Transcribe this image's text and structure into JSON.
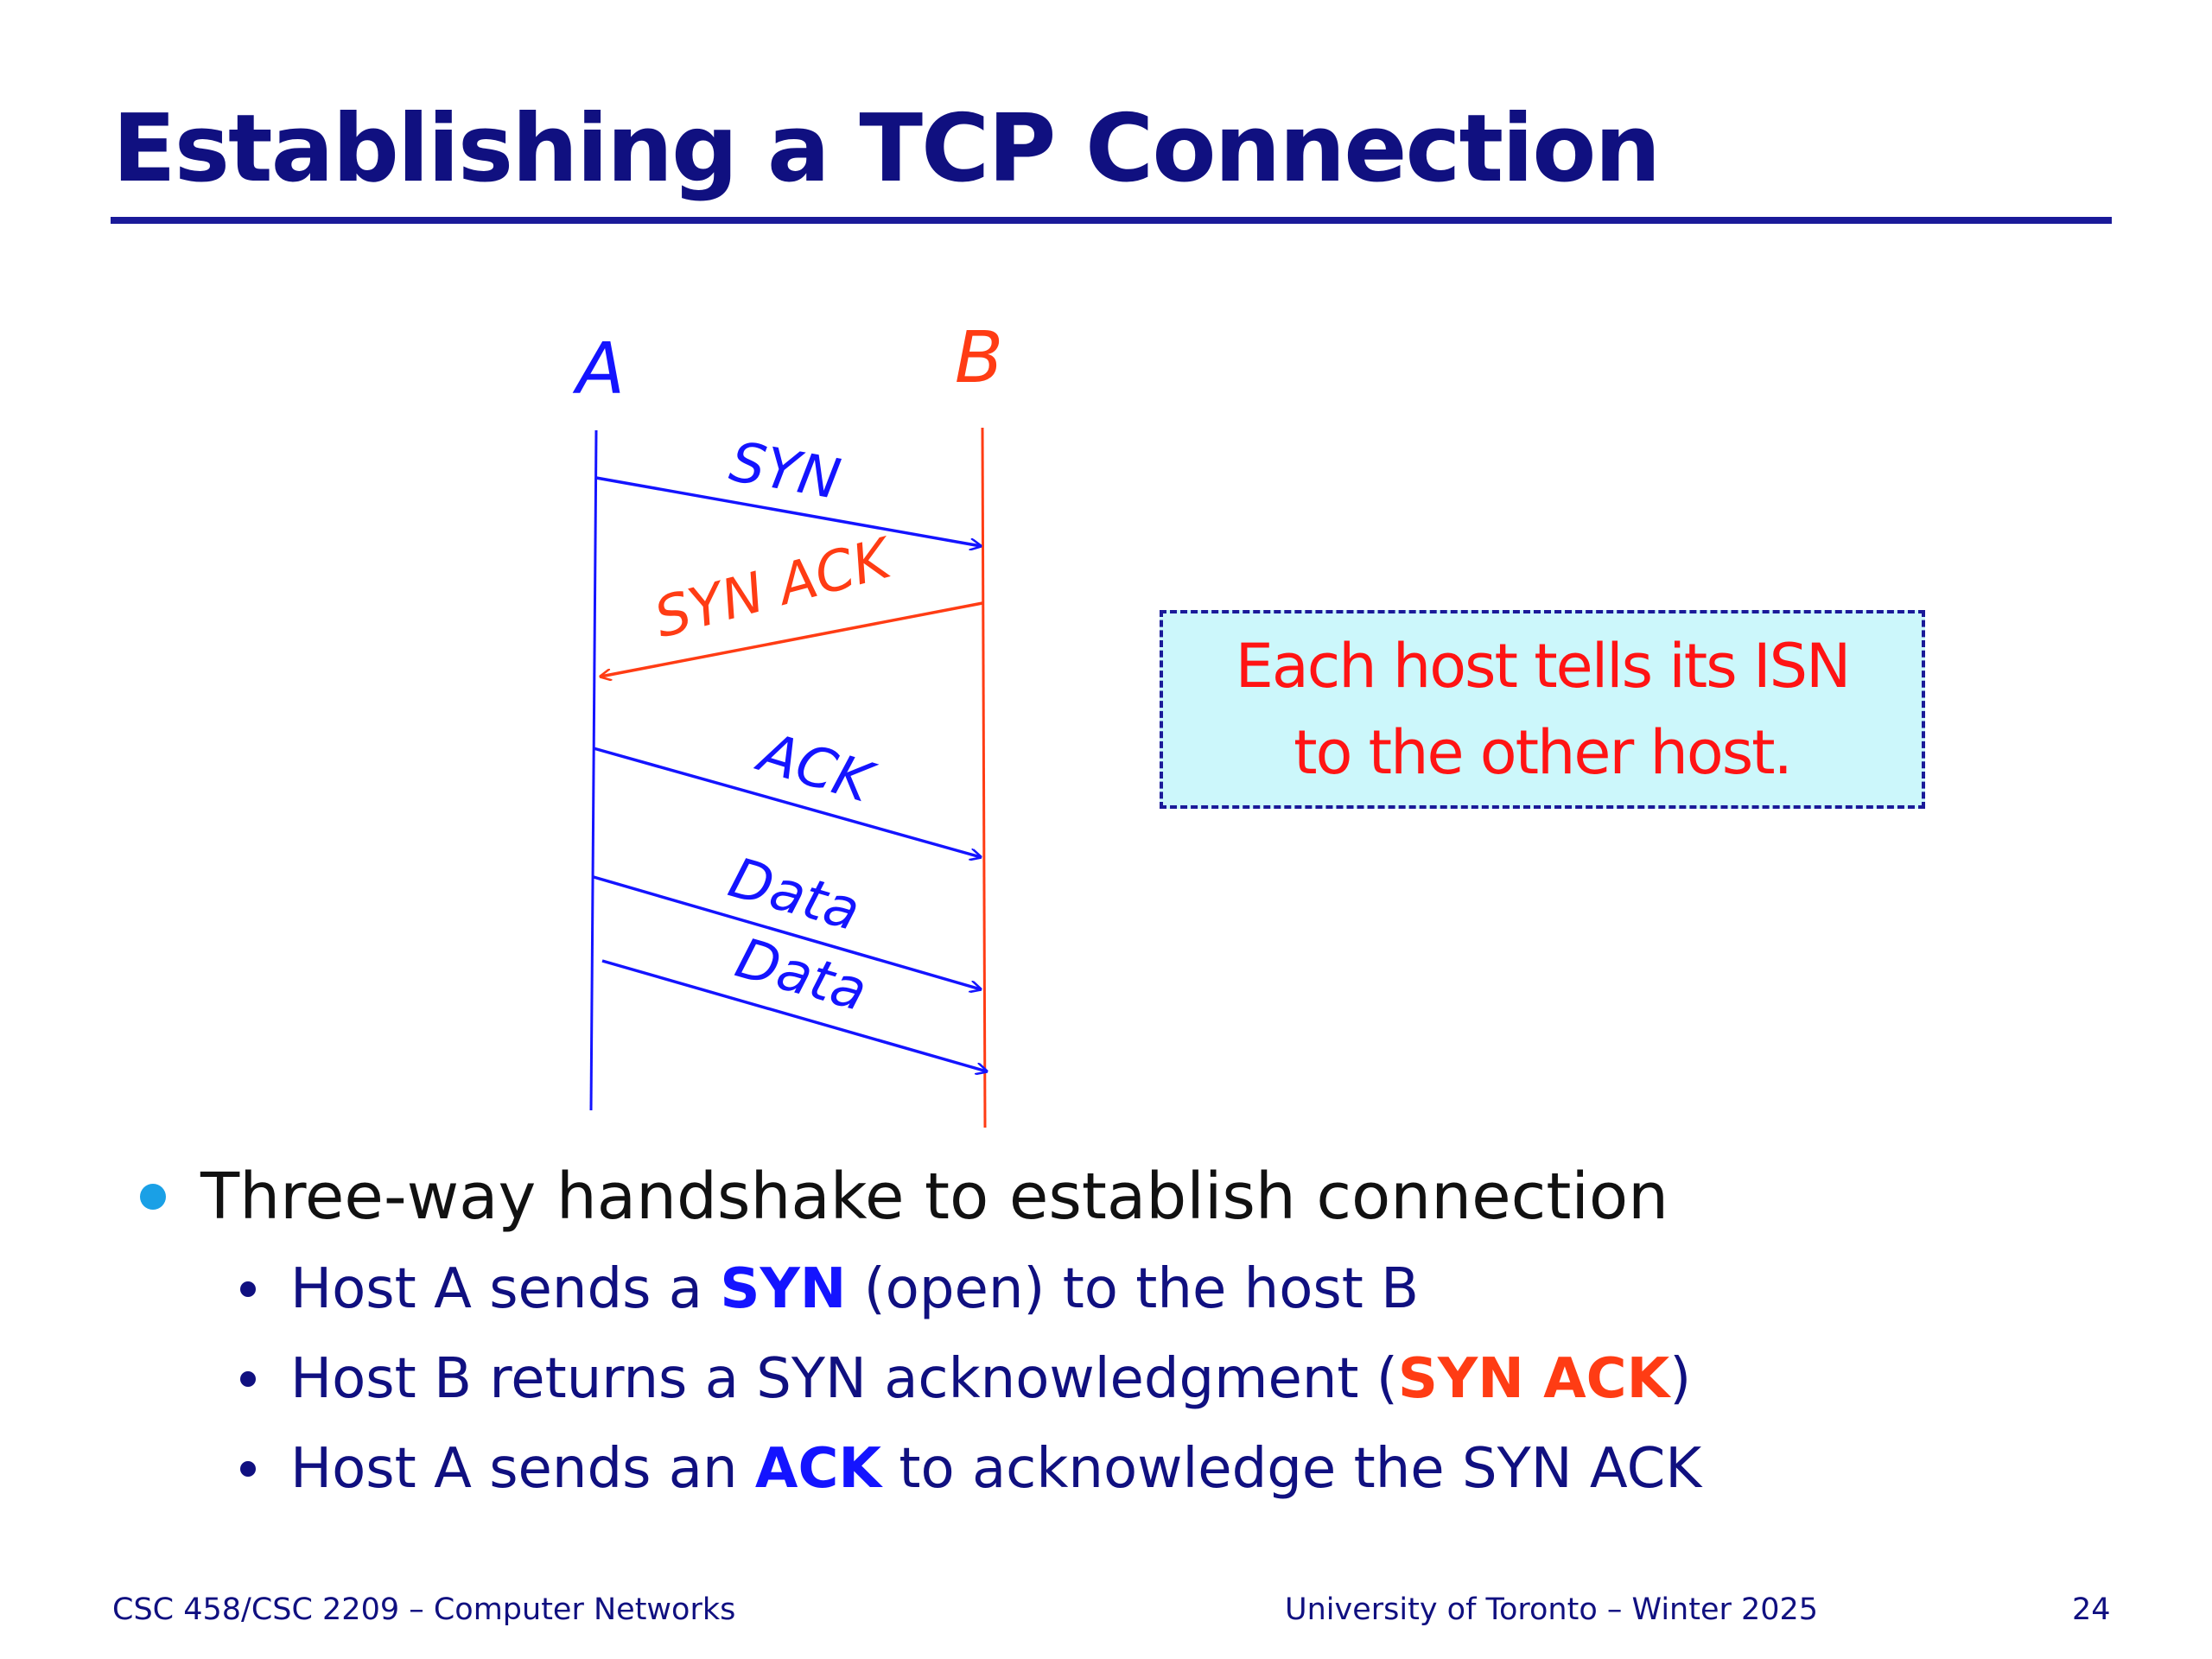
{
  "title": "Establishing a TCP Connection",
  "colors": {
    "title": "#101080",
    "host_a": "#1414ff",
    "host_b": "#ff3c14",
    "callout_text": "#ff1414",
    "callout_bg": "#ccf7fb",
    "bullet": "#1aa0e6"
  },
  "diagram": {
    "host_a_label": "A",
    "host_b_label": "B",
    "messages": {
      "syn": "SYN",
      "syn_ack": "SYN ACK",
      "ack": "ACK",
      "data_1": "Data",
      "data_2": "Data"
    }
  },
  "callout": {
    "line_1": "Each host tells its ISN",
    "line_2": "to the other host."
  },
  "bullets": {
    "main": "Three-way handshake to establish connection",
    "sub_1": {
      "pre": "Host A sends a ",
      "kw": "SYN",
      "post": " (open) to the host B"
    },
    "sub_2": {
      "pre": "Host B returns a SYN acknowledgment (",
      "kw": "SYN ACK",
      "post": ")"
    },
    "sub_3": {
      "pre": "Host A sends an ",
      "kw": "ACK",
      "post": " to acknowledge the SYN ACK"
    }
  },
  "footer": {
    "course": "CSC 458/CSC 2209 – Computer Networks",
    "institution": "University of Toronto – Winter 2025",
    "page_number": "24"
  }
}
